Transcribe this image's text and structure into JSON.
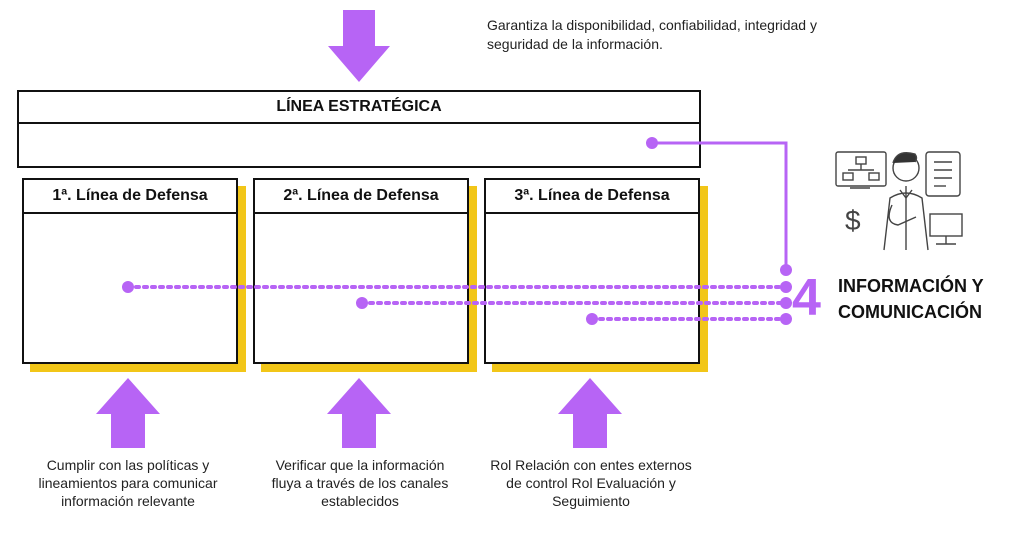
{
  "top_note": "Garantiza la disponibilidad, confiabilidad, integridad y seguridad de la información.",
  "strategic_line": {
    "title": "LÍNEA ESTRATÉGICA"
  },
  "lines": [
    {
      "title": "1ª. Línea de Defensa",
      "description": "Cumplir con las políticas y lineamientos para comunicar información relevante"
    },
    {
      "title": "2ª. Línea de Defensa",
      "description": "Verificar que la información fluya a través de los canales establecidos"
    },
    {
      "title": "3ª. Línea de Defensa",
      "description": "Rol Relación con entes externos de control Rol Evaluación y Seguimiento"
    }
  ],
  "component": {
    "number": "4",
    "label": "INFORMACIÓN Y COMUNICACIÓN"
  },
  "colors": {
    "accent_purple": "#b764f5",
    "shadow_yellow": "#f2c618",
    "border": "#111111"
  },
  "icons": [
    "down-arrow-icon",
    "up-arrow-icon",
    "analyst-illustration-icon"
  ]
}
